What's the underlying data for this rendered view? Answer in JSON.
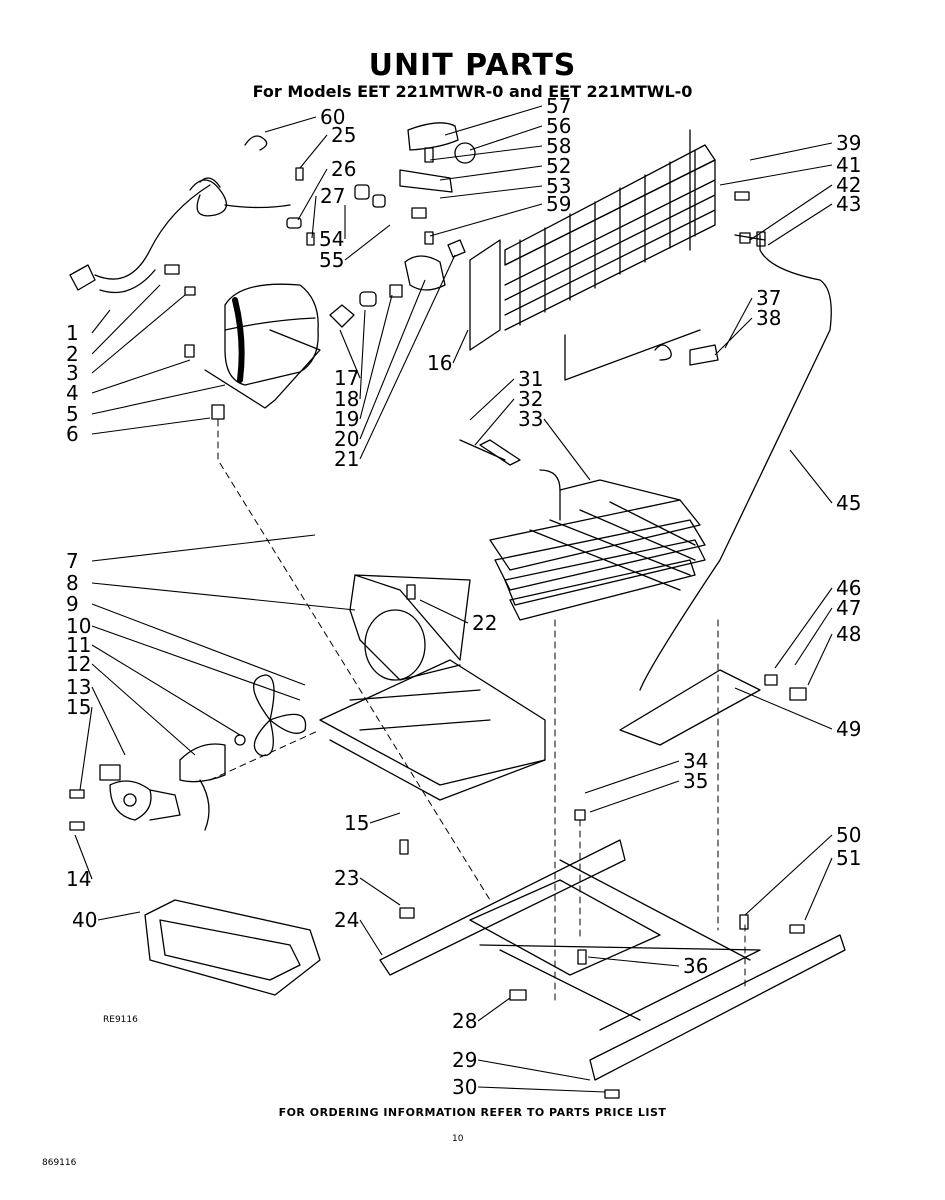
{
  "header": {
    "title": "UNIT PARTS",
    "subtitle": "For Models EET 221MTWR-0 and EET 221MTWL-0"
  },
  "callouts": [
    "60",
    "25",
    "26",
    "27",
    "54",
    "55",
    "57",
    "56",
    "58",
    "52",
    "53",
    "59",
    "39",
    "41",
    "42",
    "43",
    "1",
    "2",
    "3",
    "4",
    "5",
    "6",
    "17",
    "18",
    "19",
    "20",
    "21",
    "16",
    "37",
    "38",
    "31",
    "32",
    "33",
    "45",
    "7",
    "8",
    "9",
    "10",
    "11",
    "12",
    "13",
    "15",
    "22",
    "46",
    "47",
    "48",
    "49",
    "34",
    "35",
    "15",
    "14",
    "50",
    "51",
    "23",
    "24",
    "36",
    "40",
    "28",
    "29",
    "30"
  ],
  "footer": {
    "order_note": "FOR ORDERING INFORMATION REFER TO PARTS PRICE LIST",
    "drawing_code": "RE9116",
    "doc_code": "869116",
    "page_number": "10"
  }
}
